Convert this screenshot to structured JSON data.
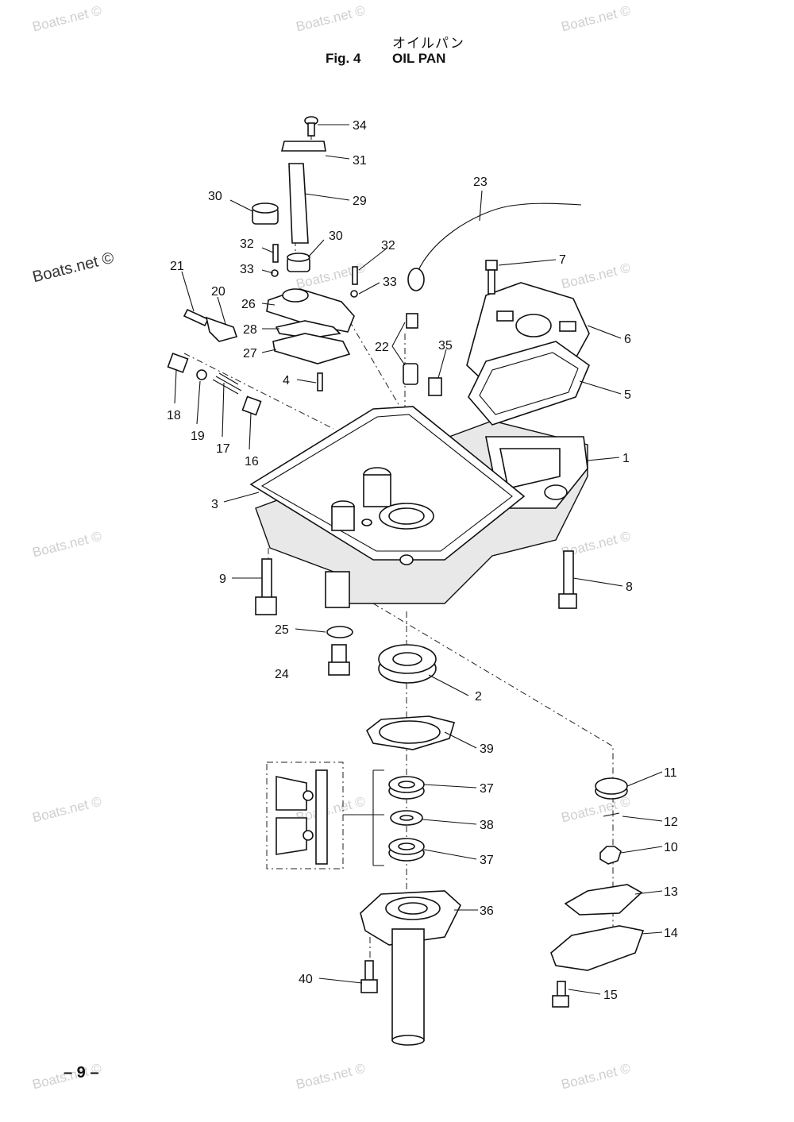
{
  "header": {
    "title_jp": "オイルパン",
    "fig_label": "Fig. 4",
    "title": "OIL PAN"
  },
  "watermark": {
    "text": "Boats.net ©"
  },
  "footer": {
    "page_number": "– 9 –"
  },
  "callouts": [
    {
      "id": "c1",
      "label": "1"
    },
    {
      "id": "c2",
      "label": "2"
    },
    {
      "id": "c3",
      "label": "3"
    },
    {
      "id": "c4",
      "label": "4"
    },
    {
      "id": "c5",
      "label": "5"
    },
    {
      "id": "c6",
      "label": "6"
    },
    {
      "id": "c7",
      "label": "7"
    },
    {
      "id": "c8",
      "label": "8"
    },
    {
      "id": "c9",
      "label": "9"
    },
    {
      "id": "c10",
      "label": "10"
    },
    {
      "id": "c11",
      "label": "11"
    },
    {
      "id": "c12",
      "label": "12"
    },
    {
      "id": "c13",
      "label": "13"
    },
    {
      "id": "c14",
      "label": "14"
    },
    {
      "id": "c15",
      "label": "15"
    },
    {
      "id": "c16",
      "label": "16"
    },
    {
      "id": "c17",
      "label": "17"
    },
    {
      "id": "c18",
      "label": "18"
    },
    {
      "id": "c19",
      "label": "19"
    },
    {
      "id": "c20",
      "label": "20"
    },
    {
      "id": "c21",
      "label": "21"
    },
    {
      "id": "c22",
      "label": "22"
    },
    {
      "id": "c23",
      "label": "23"
    },
    {
      "id": "c24",
      "label": "24"
    },
    {
      "id": "c25",
      "label": "25"
    },
    {
      "id": "c26",
      "label": "26"
    },
    {
      "id": "c27",
      "label": "27"
    },
    {
      "id": "c28",
      "label": "28"
    },
    {
      "id": "c29",
      "label": "29"
    },
    {
      "id": "c30a",
      "label": "30"
    },
    {
      "id": "c30b",
      "label": "30"
    },
    {
      "id": "c31",
      "label": "31"
    },
    {
      "id": "c32a",
      "label": "32"
    },
    {
      "id": "c32b",
      "label": "32"
    },
    {
      "id": "c33a",
      "label": "33"
    },
    {
      "id": "c33b",
      "label": "33"
    },
    {
      "id": "c34",
      "label": "34"
    },
    {
      "id": "c35",
      "label": "35"
    },
    {
      "id": "c36",
      "label": "36"
    },
    {
      "id": "c37a",
      "label": "37"
    },
    {
      "id": "c37b",
      "label": "37"
    },
    {
      "id": "c38",
      "label": "38"
    },
    {
      "id": "c39",
      "label": "39"
    },
    {
      "id": "c40",
      "label": "40"
    }
  ]
}
